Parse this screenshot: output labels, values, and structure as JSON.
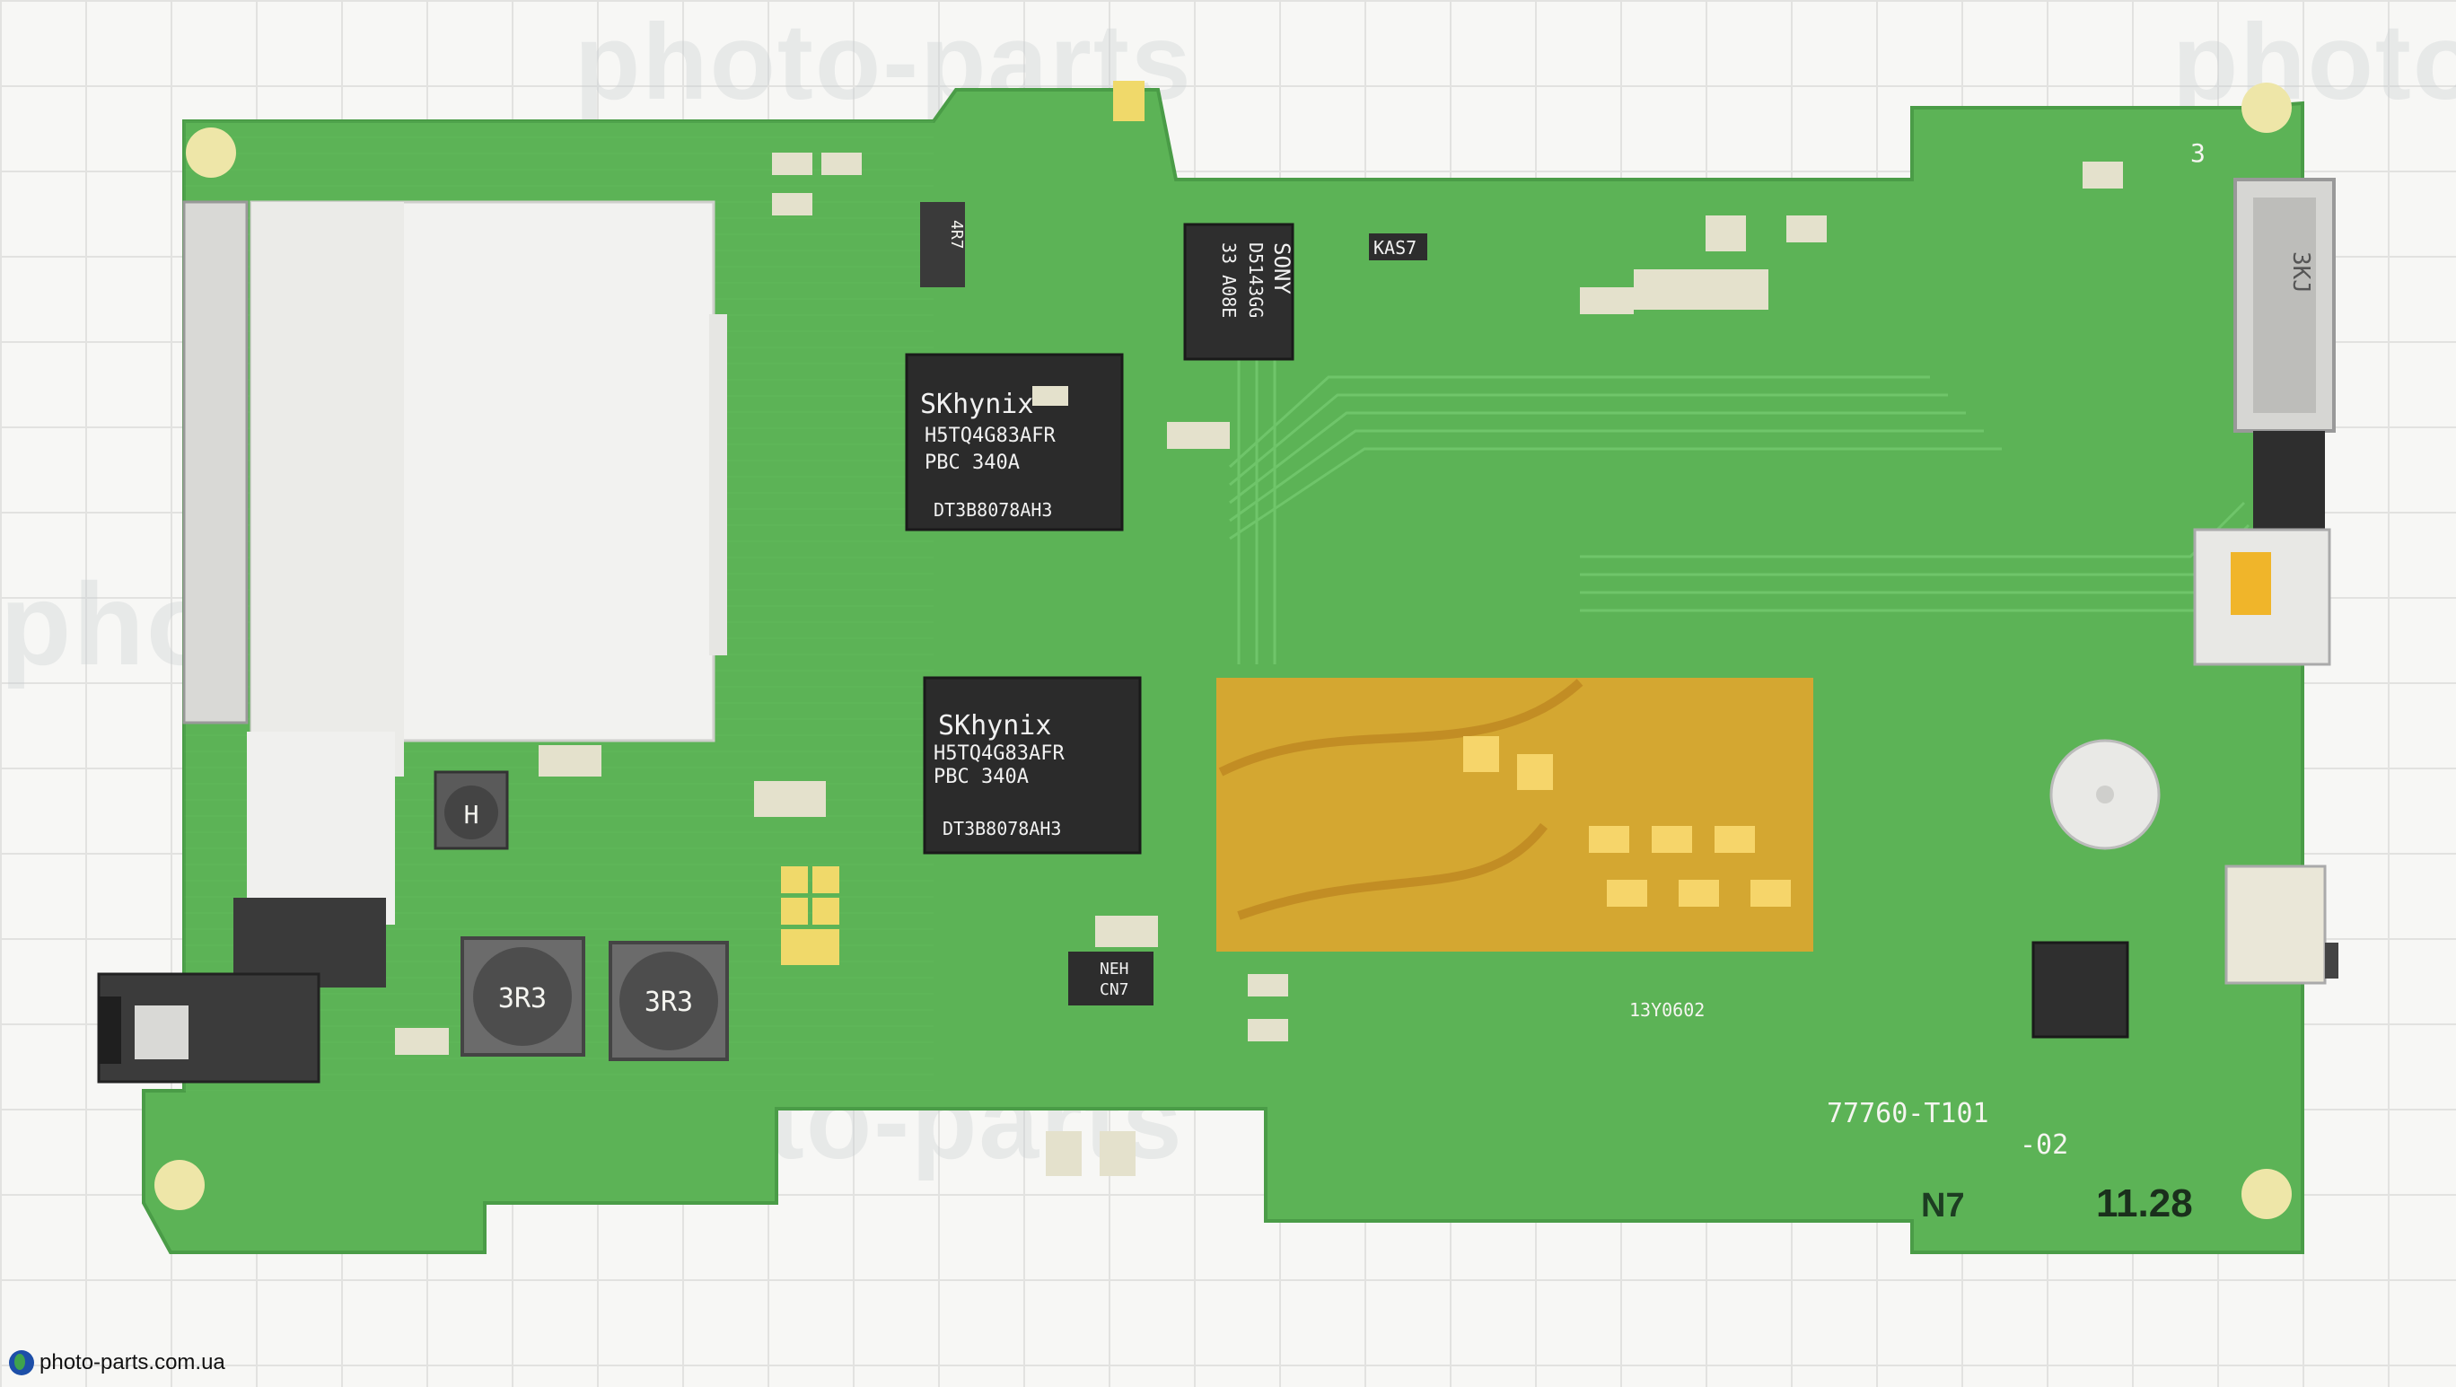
{
  "watermark": {
    "text": "photo-parts"
  },
  "site": {
    "label": "photo-parts.com.ua"
  },
  "chips": {
    "ram1": {
      "brand": "SKhynix",
      "line1": "H5TQ4G83AFR",
      "line2": "PBC    340A",
      "line3": "DT3B8078AH3"
    },
    "ram2": {
      "brand": "SKhynix",
      "line1": "H5TQ4G83AFR",
      "line2": "PBC    340A",
      "line3": "DT3B8078AH3"
    },
    "sony": {
      "brand": "SONY",
      "line1": "D5143GG",
      "line2": "33 A08E"
    },
    "kas": "KAS7",
    "neh": {
      "line1": "NEH",
      "line2": "CN7"
    }
  },
  "silkscreen": {
    "part_no": "77760-T101",
    "rev": "-02",
    "date_code": "13Y0602",
    "lot": "N7",
    "handwritten": "11.28",
    "corner_number": "3",
    "connector_label": "3KJ",
    "inductor1": "3R3",
    "inductor2": "3R3",
    "inductor_h": "H",
    "small_4r7": "4R7"
  },
  "colors": {
    "pcb": "#5cb356",
    "pcb_dark": "#4a9c47",
    "kapton": "#e9a52a",
    "chip": "#2b2b2b",
    "shield": "#f2f2f0"
  }
}
